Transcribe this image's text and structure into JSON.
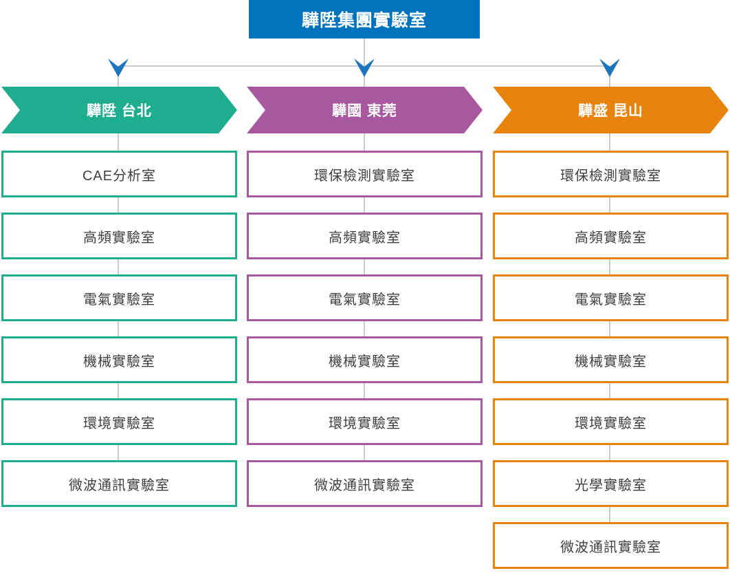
{
  "root": {
    "label": "驊陞集團實驗室",
    "bg": "#0073BE"
  },
  "colors": {
    "arrow": "#1B75BC",
    "connector": "#CBCBCB",
    "box_text": "#3F3F3F",
    "box_bg": "#FFFFFF",
    "header_text": "#FFFFFF"
  },
  "columns": [
    {
      "header": "驊陞 台北",
      "color": "#1FAD90",
      "labs": [
        "CAE分析室",
        "高頻實驗室",
        "電氣實驗室",
        "機械實驗室",
        "環境實驗室",
        "微波通訊實驗室"
      ]
    },
    {
      "header": "驊國 東莞",
      "color": "#A8589F",
      "labs": [
        "環保檢測實驗室",
        "高頻實驗室",
        "電氣實驗室",
        "機械實驗室",
        "環境實驗室",
        "微波通訊實驗室"
      ]
    },
    {
      "header": "驊盛 昆山",
      "color": "#E8830D",
      "labs": [
        "環保檢測實驗室",
        "高頻實驗室",
        "電氣實驗室",
        "機械實驗室",
        "環境實驗室",
        "光學實驗室",
        "微波通訊實驗室"
      ]
    }
  ]
}
